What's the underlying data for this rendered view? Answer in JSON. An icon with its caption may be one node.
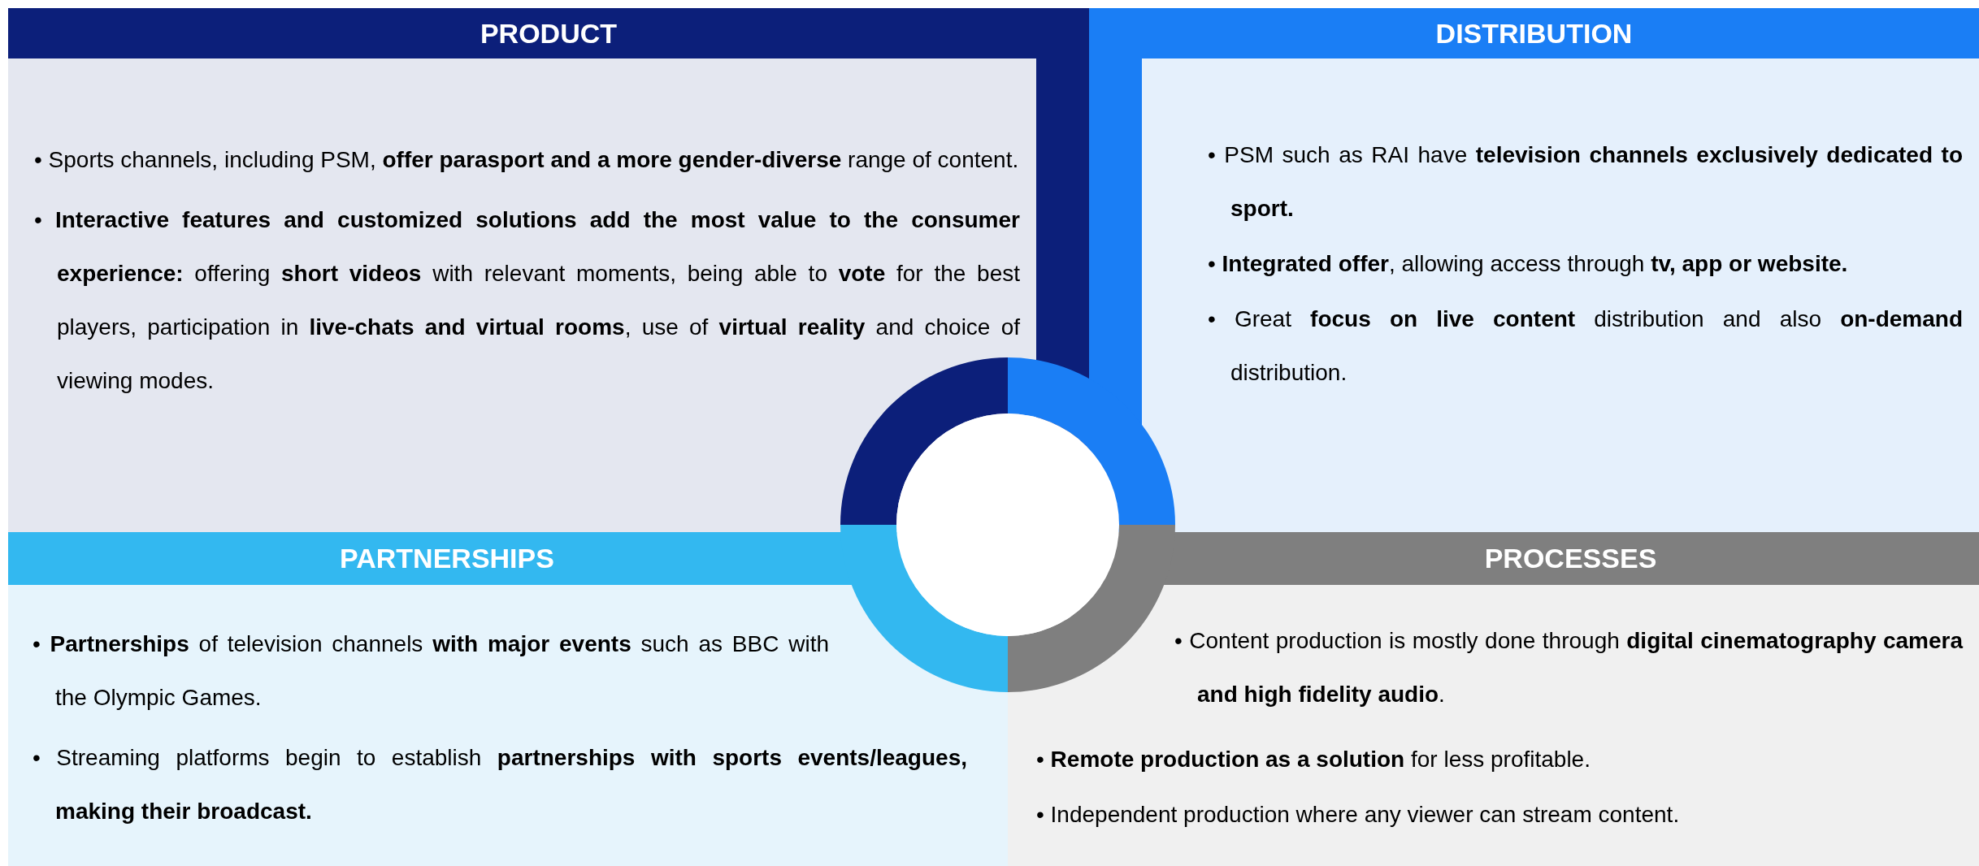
{
  "diagram": {
    "nodes": [
      {
        "text": [
          "PRODUCT",
          "• Sports channels, including PSM, **offer parasport and a more gender-diverse** range of content.",
          "• **Interactive features and customized solutions add the most value to the consumer experience:** offering **short videos** with relevant moments, being able to **vote** for the best players, participation in **live-chats and virtual rooms**, use of **virtual reality** and choice of viewing modes."
        ]
      },
      {
        "text": [
          "DISTRIBUTION",
          "• PSM such as RAI have **television channels exclusively dedicated to sport.**",
          "• **Integrated offer**, allowing access through **tv, app or website.**",
          "• Great **focus on live content** distribution and also **on-demand** distribution."
        ]
      },
      {
        "text": [
          "PARTNERSHIPS",
          "• **Partnerships** of television channels **with major events** such as BBC with the Olympic Games.",
          "• Streaming platforms begin to establish **partnerships with sports events/leagues, making their broadcast.**"
        ]
      },
      {
        "text": [
          "PROCESSES",
          "• Content production is mostly done through **digital cinematography camera and high fidelity audio**.",
          "• **Remote production as a solution** for less profitable.",
          "• Independent production where any viewer can stream content."
        ]
      }
    ]
  }
}
